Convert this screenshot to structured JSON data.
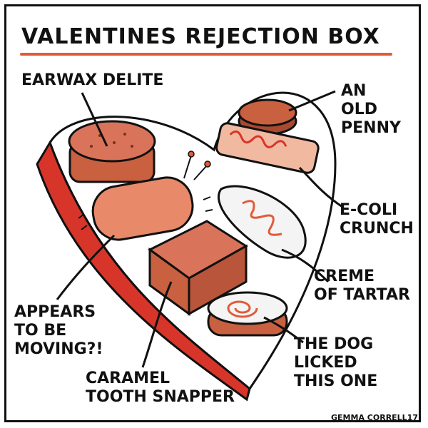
{
  "title": "VALENTINES REJECTION BOX",
  "labels": {
    "earwax": "EARWAX DELITE",
    "penny": "AN\nOLD\nPENNY",
    "ecoli": "E-COLI\nCRUNCH",
    "creme": "CREME\nOF TARTAR",
    "moving": "APPEARS\nTO BE\nMOVING?!",
    "caramel": "CARAMEL\nTOOTH SNAPPER",
    "dog": "THE DOG\nLICKED\nTHIS ONE"
  },
  "signature": "GEMMA CORRELL17",
  "colors": {
    "accent": "#e25a3a",
    "ribbon": "#d8352a",
    "candy": "#e8896a",
    "candy_dark": "#c9603f"
  }
}
